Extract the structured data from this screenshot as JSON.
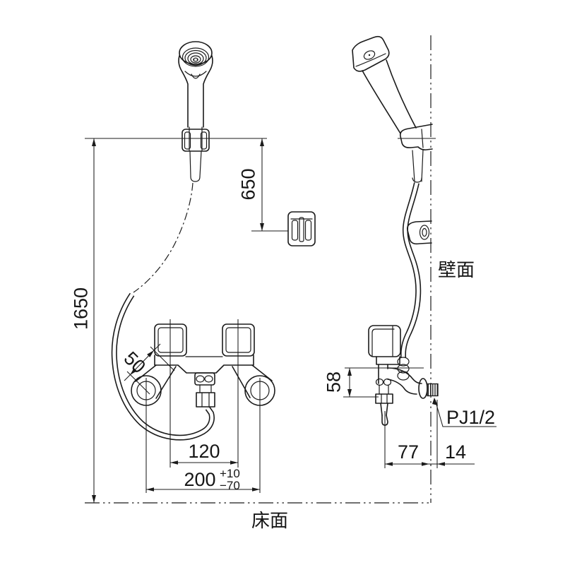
{
  "drawing": {
    "front_view": {
      "overall_height": "1650",
      "hanger_drop": "650",
      "handle_width": "50",
      "handle_pitch": "120",
      "mount_pitch": "200",
      "mount_pitch_tol_upper": "+10",
      "mount_pitch_tol_lower": "−70",
      "floor_label": "床面"
    },
    "side_view": {
      "spout_drop": "58",
      "spout_to_wall": "77",
      "wall_embed": "14",
      "thread_label": "PJ1/2",
      "wall_label": "壁面"
    }
  }
}
